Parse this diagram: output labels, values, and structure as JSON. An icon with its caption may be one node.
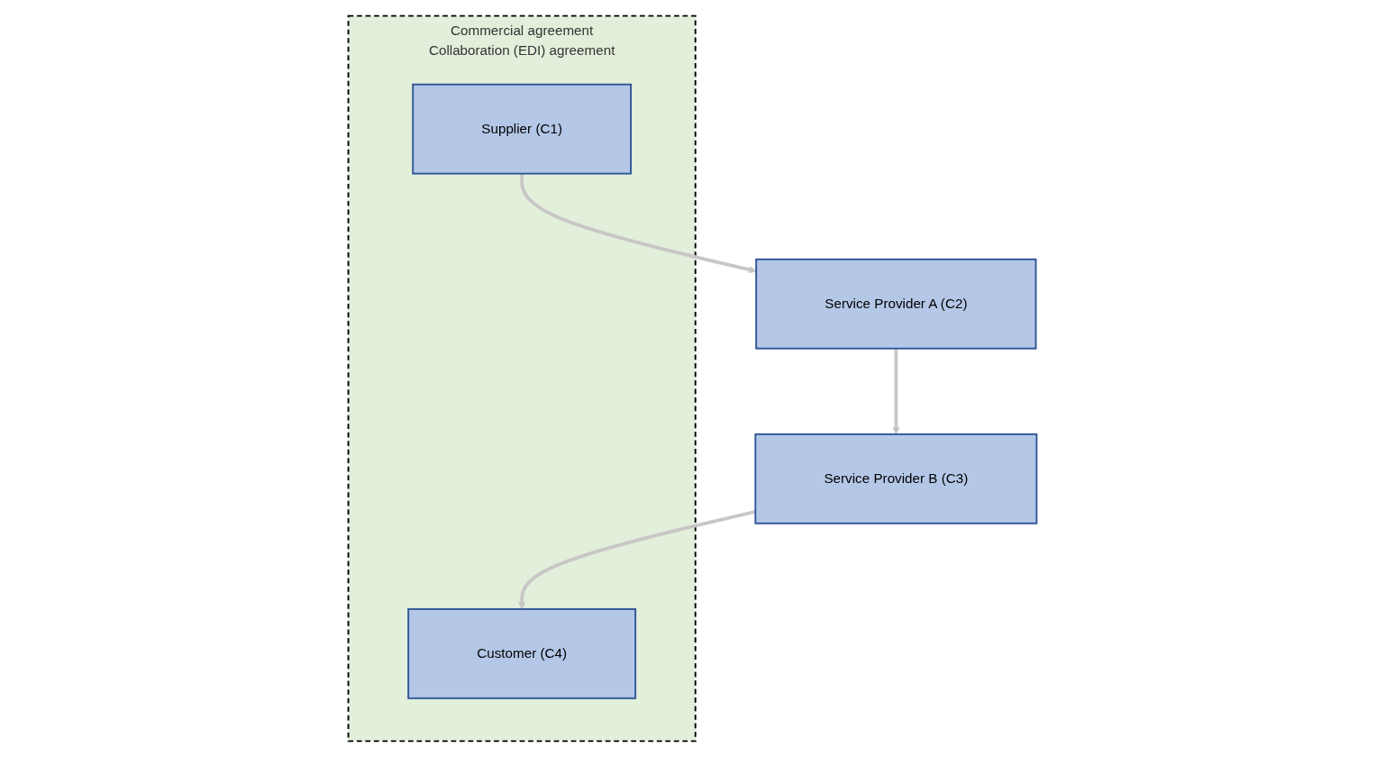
{
  "diagram": {
    "nodes": [
      {
        "text": [
          "Commercial agreement",
          "Collaboration (EDI) agreement"
        ]
      },
      {
        "text": [
          "Supplier (C1)"
        ],
        "in": 0
      },
      {
        "text": [
          "Customer (C4)"
        ],
        "in": 0
      },
      {
        "text": [
          "Service Provider A (C2)"
        ]
      },
      {
        "text": [
          "Service Provider B (C3)"
        ]
      }
    ],
    "edges": [
      {
        "from": 1,
        "to": 3,
        "arrow": "to"
      },
      {
        "from": 3,
        "to": 4,
        "arrow": "to"
      },
      {
        "from": 4,
        "to": 2,
        "arrow": "to"
      }
    ]
  }
}
